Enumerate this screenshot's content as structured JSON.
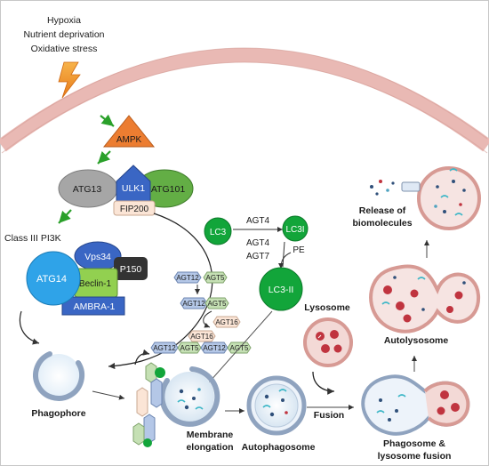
{
  "stresses": [
    "Hypoxia",
    "Nutrient deprivation",
    "Oxidative stress"
  ],
  "complexes": {
    "ampk": "AMPK",
    "atg13": "ATG13",
    "ulk1": "ULK1",
    "atg101": "ATG101",
    "fip200": "FIP200",
    "class3_title": "Class III PI3K",
    "atg14": "ATG14",
    "vps34": "Vps34",
    "beclin1": "Beclin-1",
    "p150": "P150",
    "ambra1": "AMBRA-1"
  },
  "conjugation": {
    "agt12": "AGT12",
    "agt5": "AGT5",
    "agt16": "AGT16"
  },
  "lc3": {
    "lc3": "LC3",
    "atg4_top": "AGT4",
    "lc3i": "LC3I",
    "atg4_bottom": "AGT4",
    "atg7": "AGT7",
    "pe": "PE",
    "lc3ii": "LC3-II"
  },
  "stages": {
    "phagophore": "Phagophore",
    "membrane_1": "Membrane",
    "membrane_2": "elongation",
    "autophagosome": "Autophagosome",
    "lysosome": "Lysosome",
    "fusion": "Fusion",
    "phago_lyso_1": "Phagosome &",
    "phago_lyso_2": "lysosome fusion",
    "autolysosome": "Autolysosome",
    "release_1": "Release of",
    "release_2": "biomolecules"
  },
  "colors": {
    "membrane": "#e9b9b4",
    "ampk": "#ec7d31",
    "green": "#63ae45",
    "lc3_green": "#12a53a",
    "atg13": "#a6a6a6",
    "ulk1": "#3a66c4",
    "atg14": "#2fa3e8",
    "vps34": "#3a66c4",
    "beclin": "#92d050",
    "p150": "#333333",
    "ambra": "#3a66c4",
    "atg12": "#b4c7e7",
    "atg5": "#c5e0b4",
    "atg16": "#fbe5d6",
    "lysosome": "#d79a94",
    "lyso_red": "#c0343f"
  }
}
